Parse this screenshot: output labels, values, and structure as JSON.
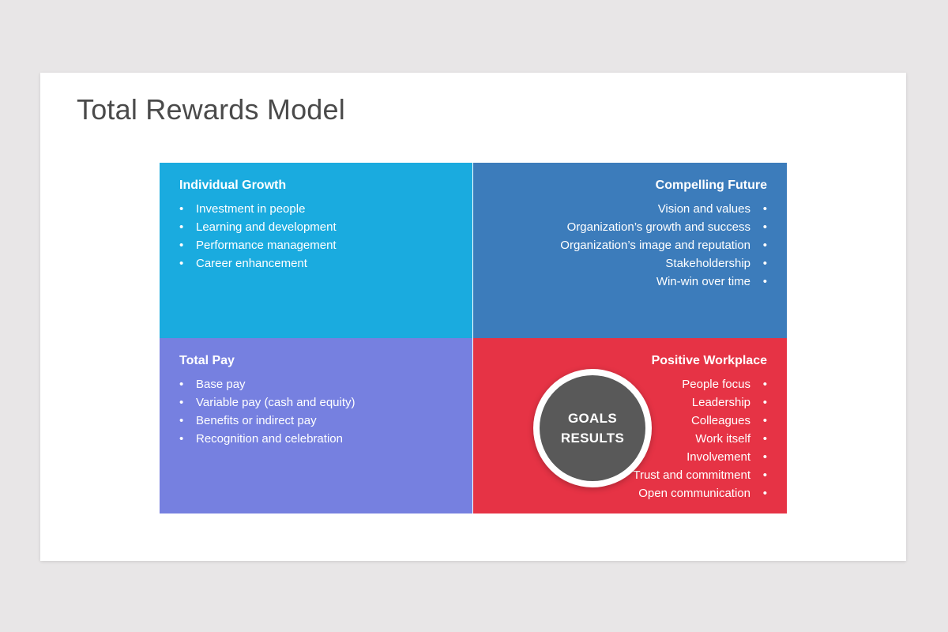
{
  "slide": {
    "title": "Total Rewards Model"
  },
  "center": {
    "line1": "GOALS",
    "line2": "RESULTS"
  },
  "quadrants": {
    "individual_growth": {
      "title": "Individual Growth",
      "color": "#1aabdf",
      "items": [
        "Investment in people",
        "Learning and development",
        "Performance management",
        "Career enhancement"
      ]
    },
    "compelling_future": {
      "title": "Compelling Future",
      "color": "#3c7cbb",
      "items": [
        "Vision and values",
        "Organization’s growth and success",
        "Organization’s image and reputation",
        "Stakeholdership",
        "Win-win over time"
      ]
    },
    "total_pay": {
      "title": "Total Pay",
      "color": "#7680e0",
      "items": [
        "Base pay",
        "Variable pay (cash and equity)",
        "Benefits or indirect pay",
        "Recognition and celebration"
      ]
    },
    "positive_workplace": {
      "title": "Positive Workplace",
      "color": "#e63345",
      "items": [
        "People focus",
        "Leadership",
        "Colleagues",
        "Work itself",
        "Involvement",
        "Trust and commitment",
        "Open communication"
      ]
    }
  },
  "colors": {
    "center_core": "#595959",
    "background": "#e8e6e7"
  }
}
